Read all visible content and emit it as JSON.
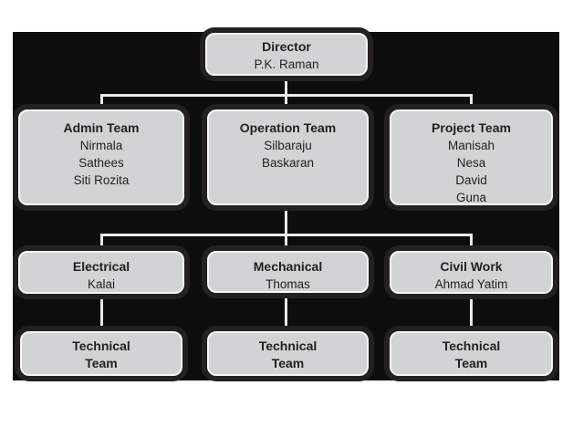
{
  "palette": {
    "canvas_background": "#0d0d0d",
    "node_fill": "#d2d3d4",
    "node_border": "#f5f5f5",
    "node_ring": "#242021",
    "connector": "#ebebeb",
    "text": "#231f20",
    "page_background": "#ffffff"
  },
  "org_chart": {
    "nodes": {
      "director": {
        "title": "Director",
        "members": [
          "P.K. Raman"
        ]
      },
      "admin": {
        "title": "Admin Team",
        "members": [
          "Nirmala",
          "Sathees",
          "Siti Rozita"
        ]
      },
      "operation": {
        "title": "Operation Team",
        "members": [
          "Silbaraju",
          "Baskaran"
        ]
      },
      "project": {
        "title": "Project Team",
        "members": [
          "Manisah",
          "Nesa",
          "David",
          "Guna"
        ]
      },
      "electrical": {
        "title": "Electrical",
        "members": [
          "Kalai"
        ]
      },
      "mechanical": {
        "title": "Mechanical",
        "members": [
          "Thomas"
        ]
      },
      "civil": {
        "title": "Civil Work",
        "members": [
          "Ahmad Yatim"
        ]
      },
      "technical1": {
        "title": "Technical\nTeam",
        "members": []
      },
      "technical2": {
        "title": "Technical\nTeam",
        "members": []
      },
      "technical3": {
        "title": "Technical\nTeam",
        "members": []
      }
    },
    "edges": [
      "director->admin",
      "director->operation",
      "director->project",
      "operation->electrical",
      "operation->mechanical",
      "operation->civil",
      "electrical->technical1",
      "mechanical->technical2",
      "civil->technical3"
    ]
  }
}
